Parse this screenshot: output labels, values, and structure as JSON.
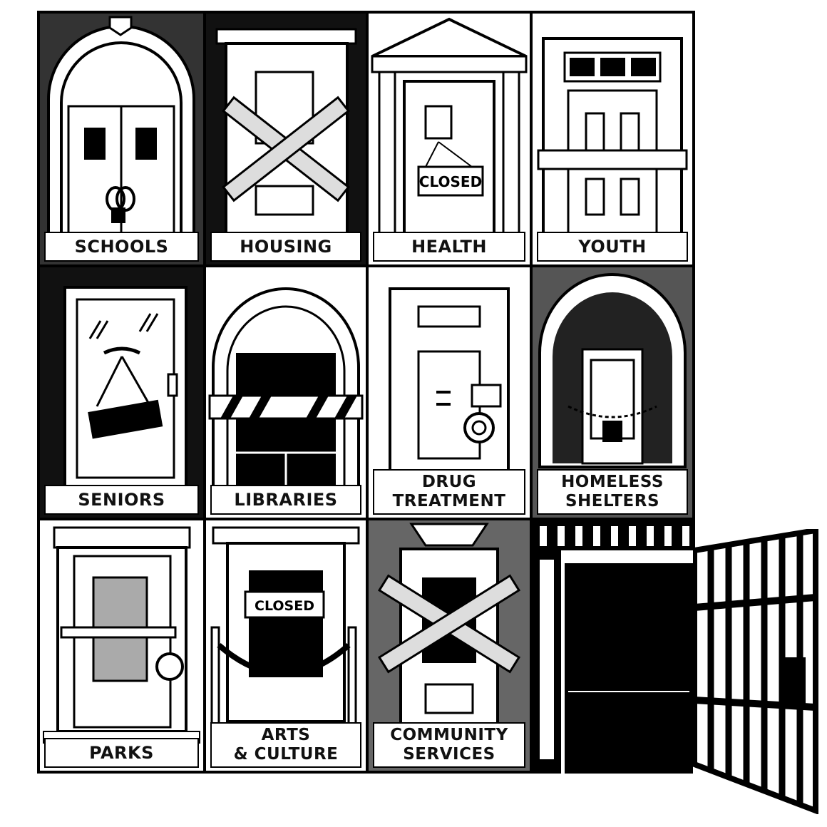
{
  "panels": [
    {
      "id": "schools",
      "label": "SCHOOLS"
    },
    {
      "id": "housing",
      "label": "HOUSING"
    },
    {
      "id": "health",
      "label": "HEALTH",
      "sign": "CLOSED"
    },
    {
      "id": "youth",
      "label": "YOUTH"
    },
    {
      "id": "seniors",
      "label": "SENIORS"
    },
    {
      "id": "libraries",
      "label": "LIBRARIES"
    },
    {
      "id": "drug-treatment",
      "label_line1": "DRUG",
      "label_line2": "TREATMENT"
    },
    {
      "id": "homeless-shelters",
      "label_line1": "HOMELESS",
      "label_line2": "SHELTERS"
    },
    {
      "id": "parks",
      "label": "PARKS"
    },
    {
      "id": "arts-culture",
      "label_line1": "ARTS",
      "label_line2": "& CULTURE",
      "sign": "CLOSED"
    },
    {
      "id": "community-services",
      "label_line1": "COMMUNITY",
      "label_line2": "SERVICES"
    },
    {
      "id": "jail",
      "label": ""
    }
  ],
  "colors": {
    "ink": "#111111",
    "paper": "#ffffff"
  }
}
